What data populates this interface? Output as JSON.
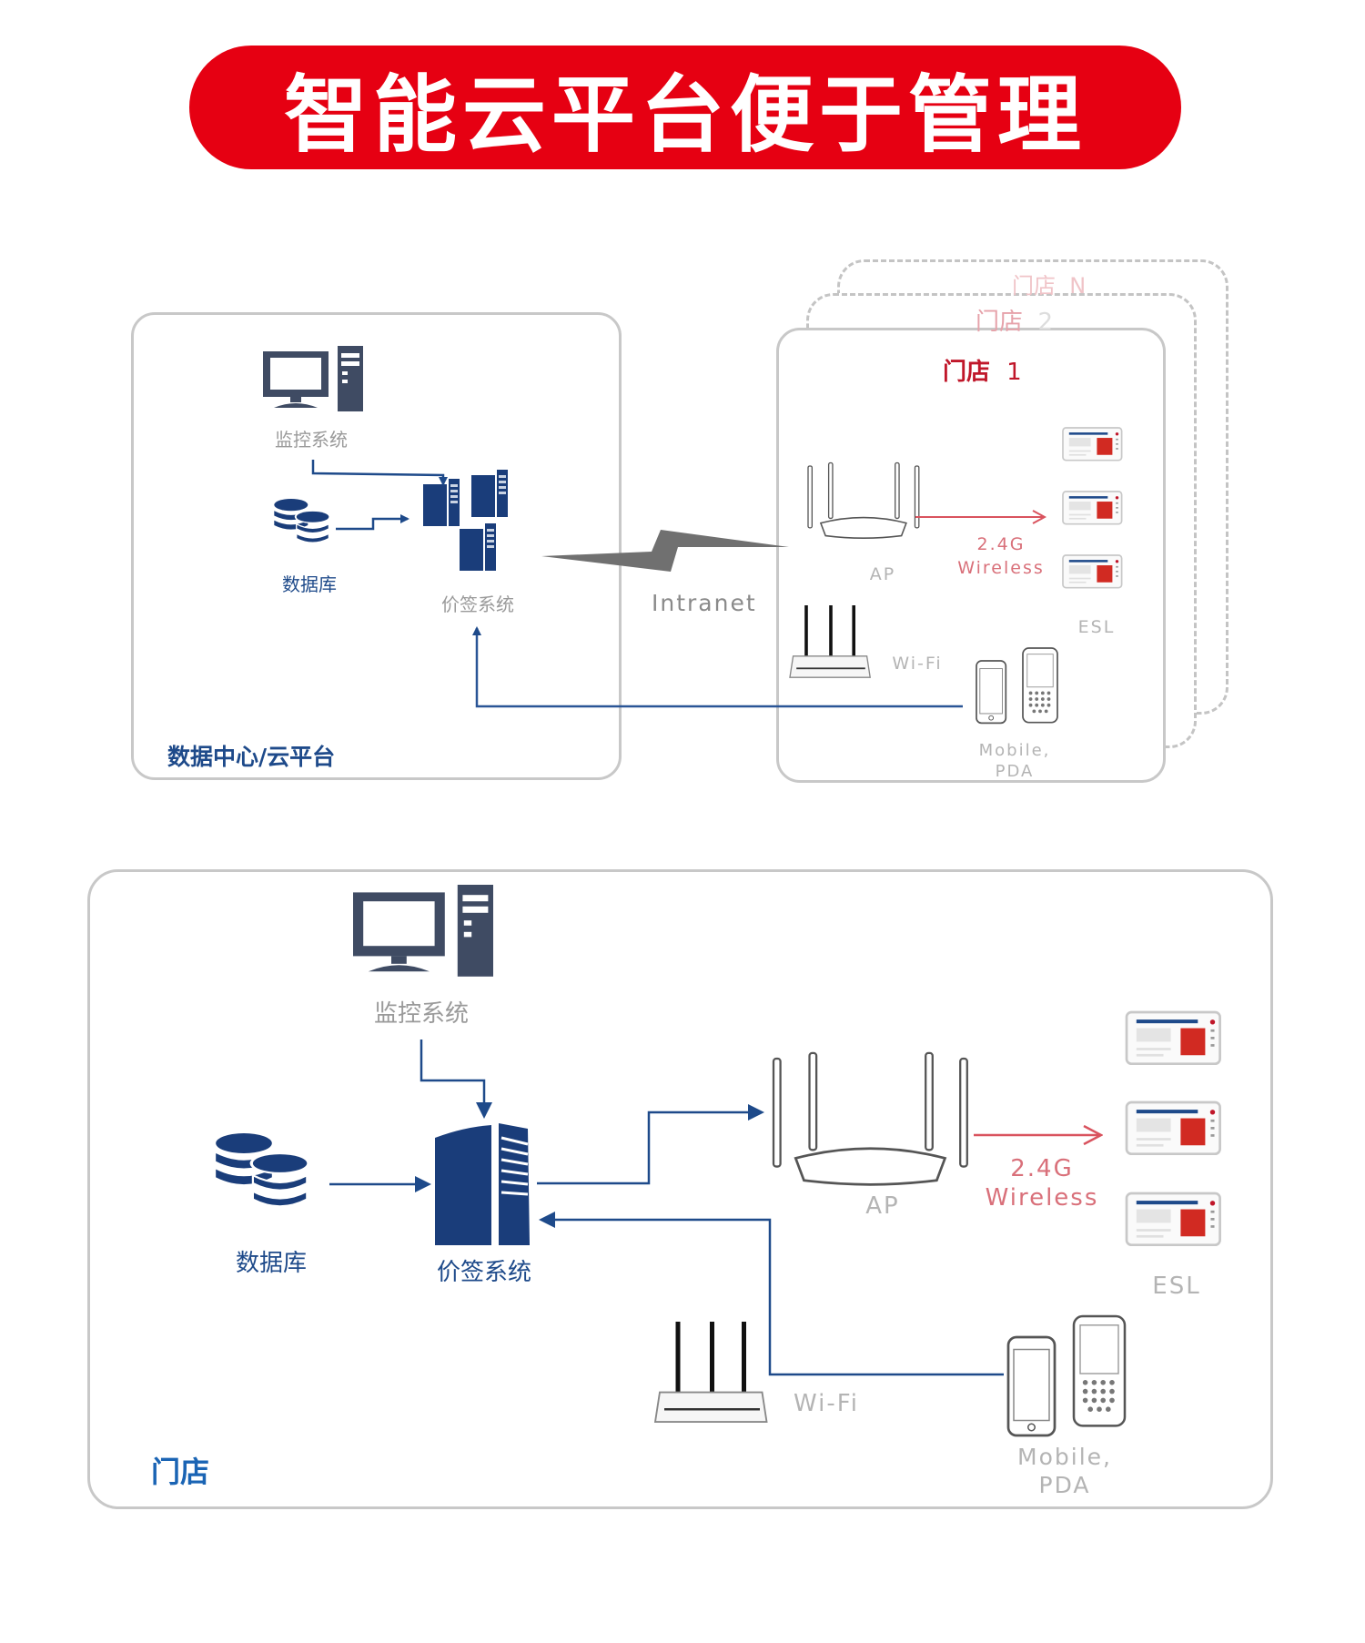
{
  "banner": {
    "title": "智能云平台便于管理",
    "color": "#e60012"
  },
  "colors": {
    "primary_blue": "#1e4a8a",
    "line_blue": "#2a5596",
    "esl_red": "#d12a22",
    "wireless_red": "#d9535e",
    "icon_gray": "#3f4b63"
  },
  "top_diagram": {
    "datacenter": {
      "title": "数据中心/云平台",
      "monitor_label": "监控系统",
      "database_label": "数据库",
      "price_system_label": "价签系统"
    },
    "link_label": "Intranet",
    "stores": {
      "store1_title": "门店",
      "store1_number": "1",
      "store2_title": "门店",
      "store2_number": "2",
      "storeN_title": "门店",
      "storeN_number": "N",
      "ap_label": "AP",
      "wireless_line1": "2.4G",
      "wireless_line2": "Wireless",
      "esl_label": "ESL",
      "wifi_label": "Wi-Fi",
      "mobile_label_line1": "Mobile,",
      "mobile_label_line2": "PDA"
    }
  },
  "bottom_diagram": {
    "title": "门店",
    "monitor_label": "监控系统",
    "database_label": "数据库",
    "price_system_label": "价签系统",
    "ap_label": "AP",
    "wireless_line1": "2.4G",
    "wireless_line2": "Wireless",
    "esl_label": "ESL",
    "wifi_label": "Wi-Fi",
    "mobile_label_line1": "Mobile,",
    "mobile_label_line2": "PDA"
  }
}
